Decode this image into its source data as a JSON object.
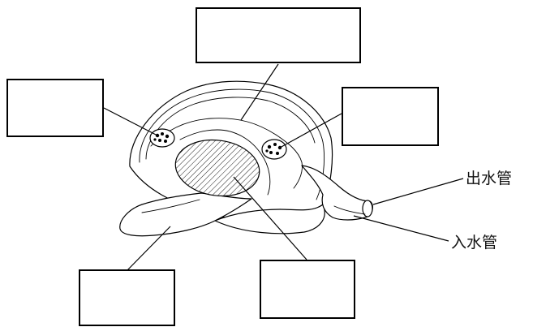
{
  "diagram": {
    "labels": {
      "excurrent_siphon": "出水管",
      "incurrent_siphon": "入水管"
    },
    "blank_boxes": [
      {
        "id": "top-center",
        "text": ""
      },
      {
        "id": "upper-left",
        "text": ""
      },
      {
        "id": "upper-right",
        "text": ""
      },
      {
        "id": "lower-left",
        "text": ""
      },
      {
        "id": "lower-right",
        "text": ""
      }
    ]
  }
}
